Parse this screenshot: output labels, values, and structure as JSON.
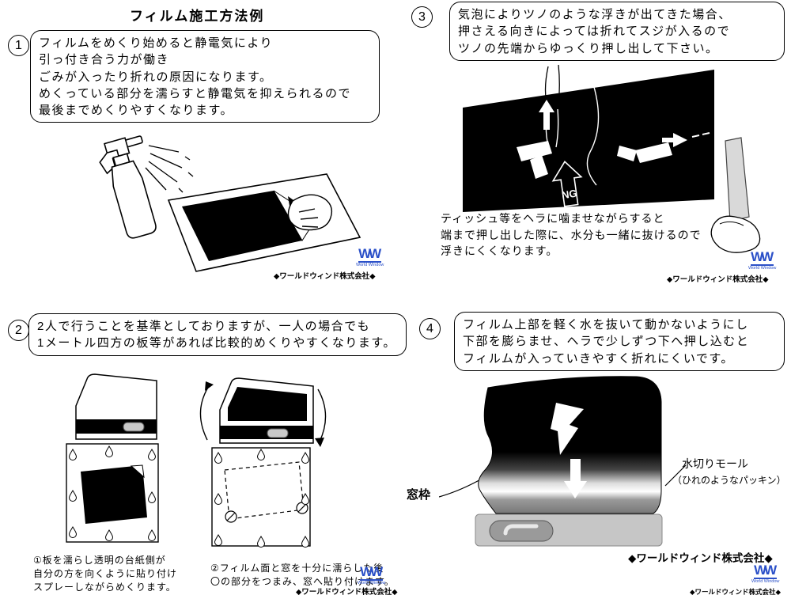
{
  "title": "フィルム施工方法例",
  "logo": {
    "mark": "WW",
    "caption": "World Window"
  },
  "company_small": "◆ワールドウィンド株式会社◆",
  "steps": {
    "s1": {
      "num": "1",
      "lines": [
        "フィルムをめくり始めると静電気により",
        "引っ付き合う力が働き",
        "ごみが入ったり折れの原因になります。",
        "めくっている部分を濡らすと静電気を抑えられるので",
        "最後までめくりやすくなります。"
      ]
    },
    "s2": {
      "num": "2",
      "lines": [
        "2人で行うことを基準としておりますが、一人の場合でも",
        "1メートル四方の板等があれば比較的めくりやすくなります。"
      ],
      "caption_left": [
        "①板を濡らし透明の台紙側が",
        "自分の方を向くように貼り付け",
        "スプレーしながらめくります。"
      ],
      "caption_right": [
        "②フィルム面と窓を十分に濡らした後",
        "〇の部分をつまみ、窓へ貼り付けます。"
      ]
    },
    "s3": {
      "num": "3",
      "lines": [
        "気泡によりツノのような浮きが出てきた場合、",
        "押さえる向きによっては折れてスジが入るので",
        "ツノの先端からゆっくり押し出して下さい。"
      ],
      "ng_label": "NG",
      "caption": [
        "ティッシュ等をヘラに噛ませながらすると",
        "端まで押し出した際に、水分も一緒に抜けるので",
        "浮きにくくなります。"
      ]
    },
    "s4": {
      "num": "4",
      "lines": [
        "フィルム上部を軽く水を抜いて動かないようにし",
        "下部を膨らませ、ヘラで少しずつ下へ押し込むと",
        "フィルムが入っていきやすく折れにくいです。"
      ],
      "label_window_frame": "窓枠",
      "label_molding": "水切りモール",
      "label_molding_sub": "（ひれのようなパッキン）",
      "company_bold": "◆ワールドウィンド株式会社◆"
    }
  }
}
